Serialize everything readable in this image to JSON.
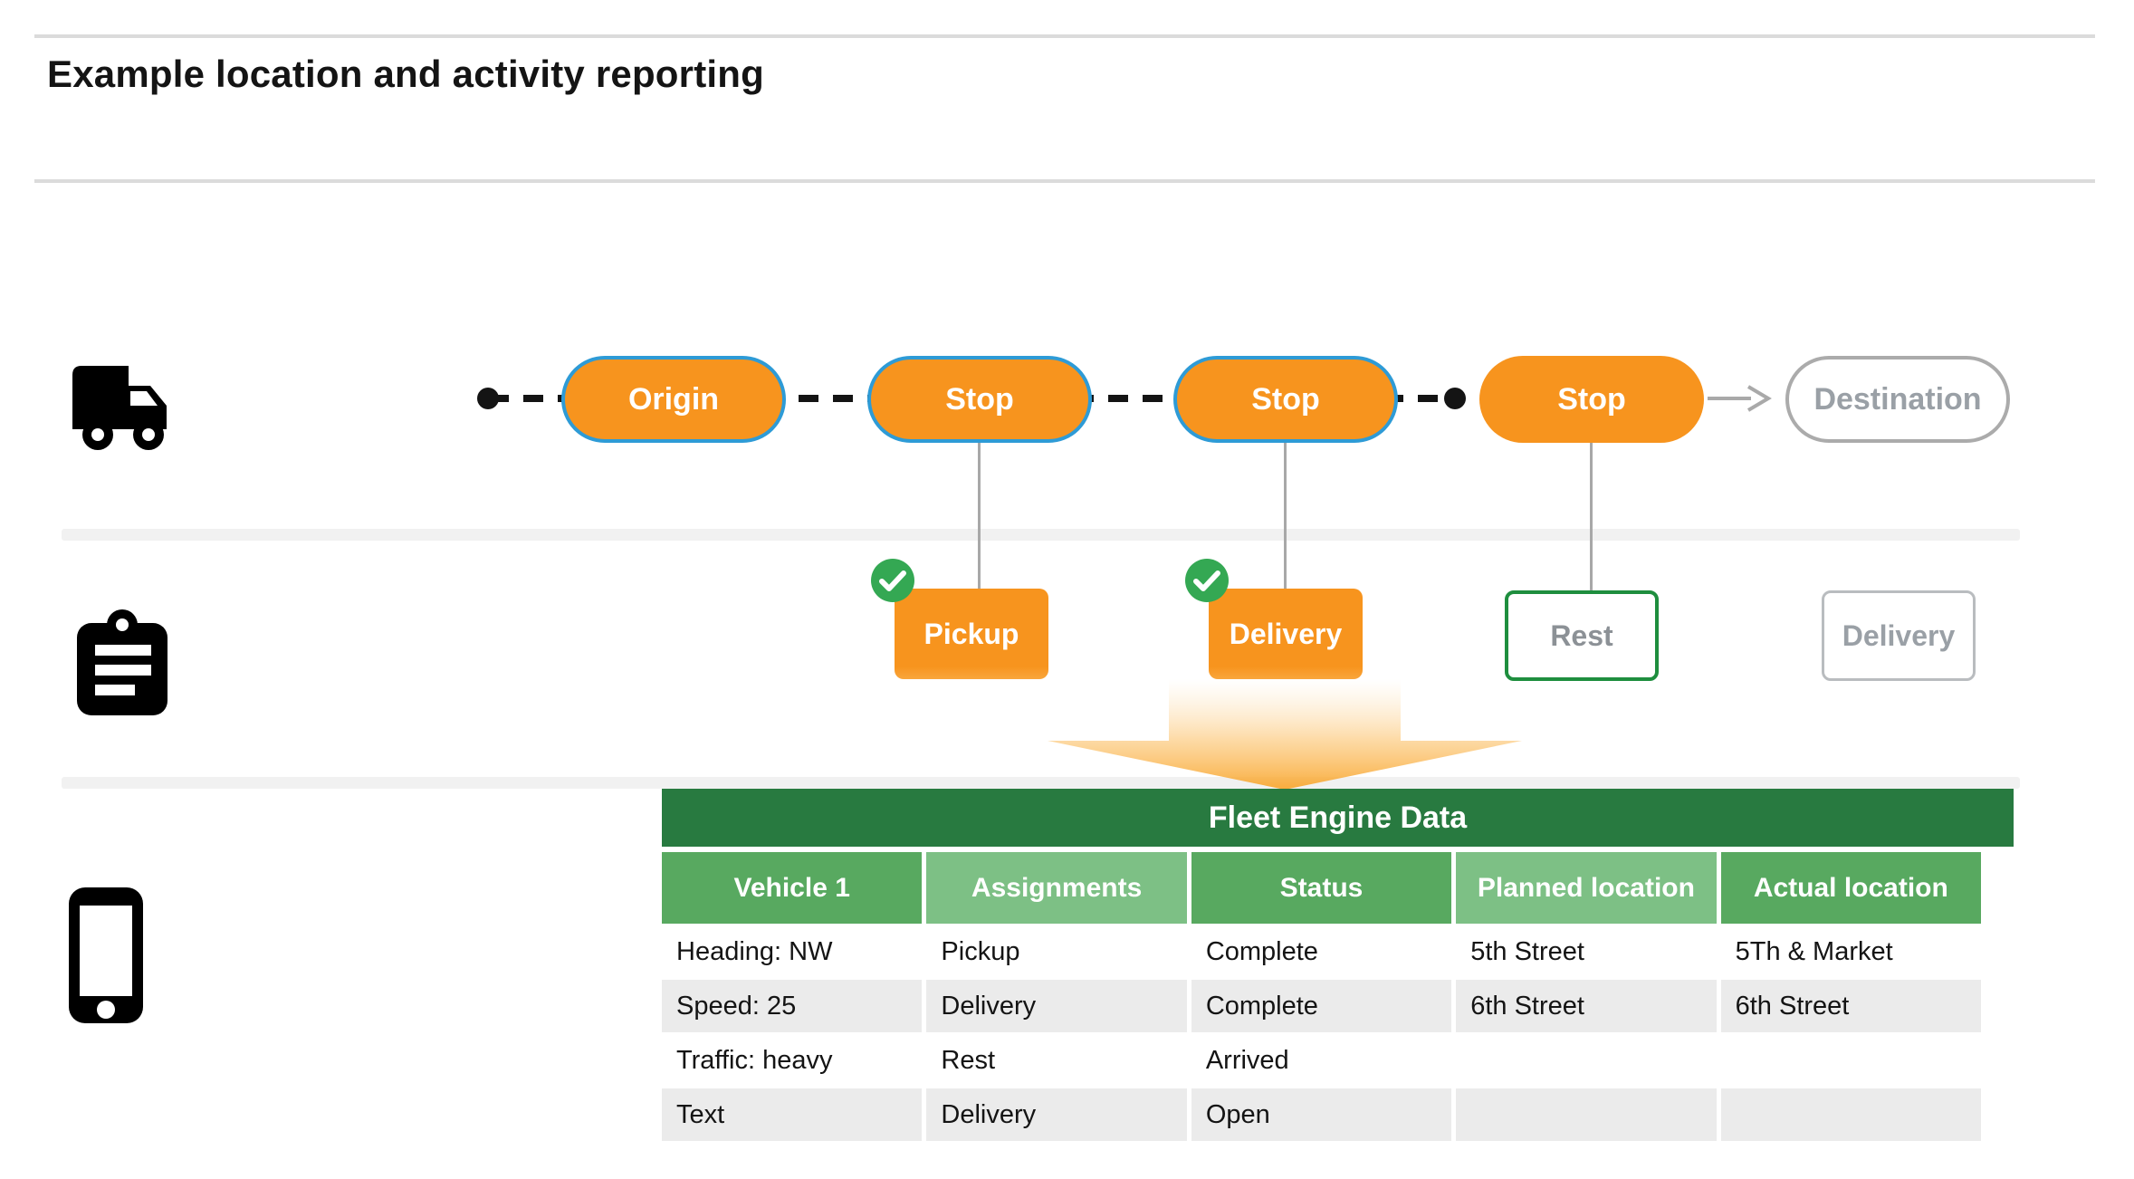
{
  "page": {
    "title": "Example location and activity reporting"
  },
  "route": {
    "nodes": [
      {
        "label": "Origin",
        "style": "orange-blue-border"
      },
      {
        "label": "Stop",
        "style": "orange-blue-border"
      },
      {
        "label": "Stop",
        "style": "orange-blue-border"
      },
      {
        "label": "Stop",
        "style": "orange"
      },
      {
        "label": "Destination",
        "style": "outline-gray"
      }
    ]
  },
  "activities": [
    {
      "label": "Pickup",
      "checked": true,
      "style": "orange"
    },
    {
      "label": "Delivery",
      "checked": true,
      "style": "orange"
    },
    {
      "label": "Rest",
      "checked": false,
      "style": "green-outline"
    },
    {
      "label": "Delivery",
      "checked": false,
      "style": "gray-outline"
    }
  ],
  "table": {
    "title": "Fleet Engine Data",
    "columns": [
      "Vehicle 1",
      "Assignments",
      "Status",
      "Planned location",
      "Actual location"
    ],
    "rows": [
      [
        "Heading: NW",
        "Pickup",
        "Complete",
        "5th Street",
        "5Th & Market"
      ],
      [
        "Speed: 25",
        "Delivery",
        "Complete",
        "6th Street",
        "6th Street"
      ],
      [
        "Traffic: heavy",
        "Rest",
        "Arrived",
        "",
        ""
      ],
      [
        "Text",
        "Delivery",
        "Open",
        "",
        ""
      ]
    ]
  },
  "colors": {
    "orange": "#F7941E",
    "pill_border_blue": "#2E9BD6",
    "check_green": "#34A853",
    "rest_border_green": "#1E8E3E",
    "table_title_green": "#287A40",
    "header_green_mid": "#58A960",
    "header_green_light": "#7DC085",
    "row_gray": "#EBEBEB",
    "line_gray": "#A8A8A8"
  }
}
